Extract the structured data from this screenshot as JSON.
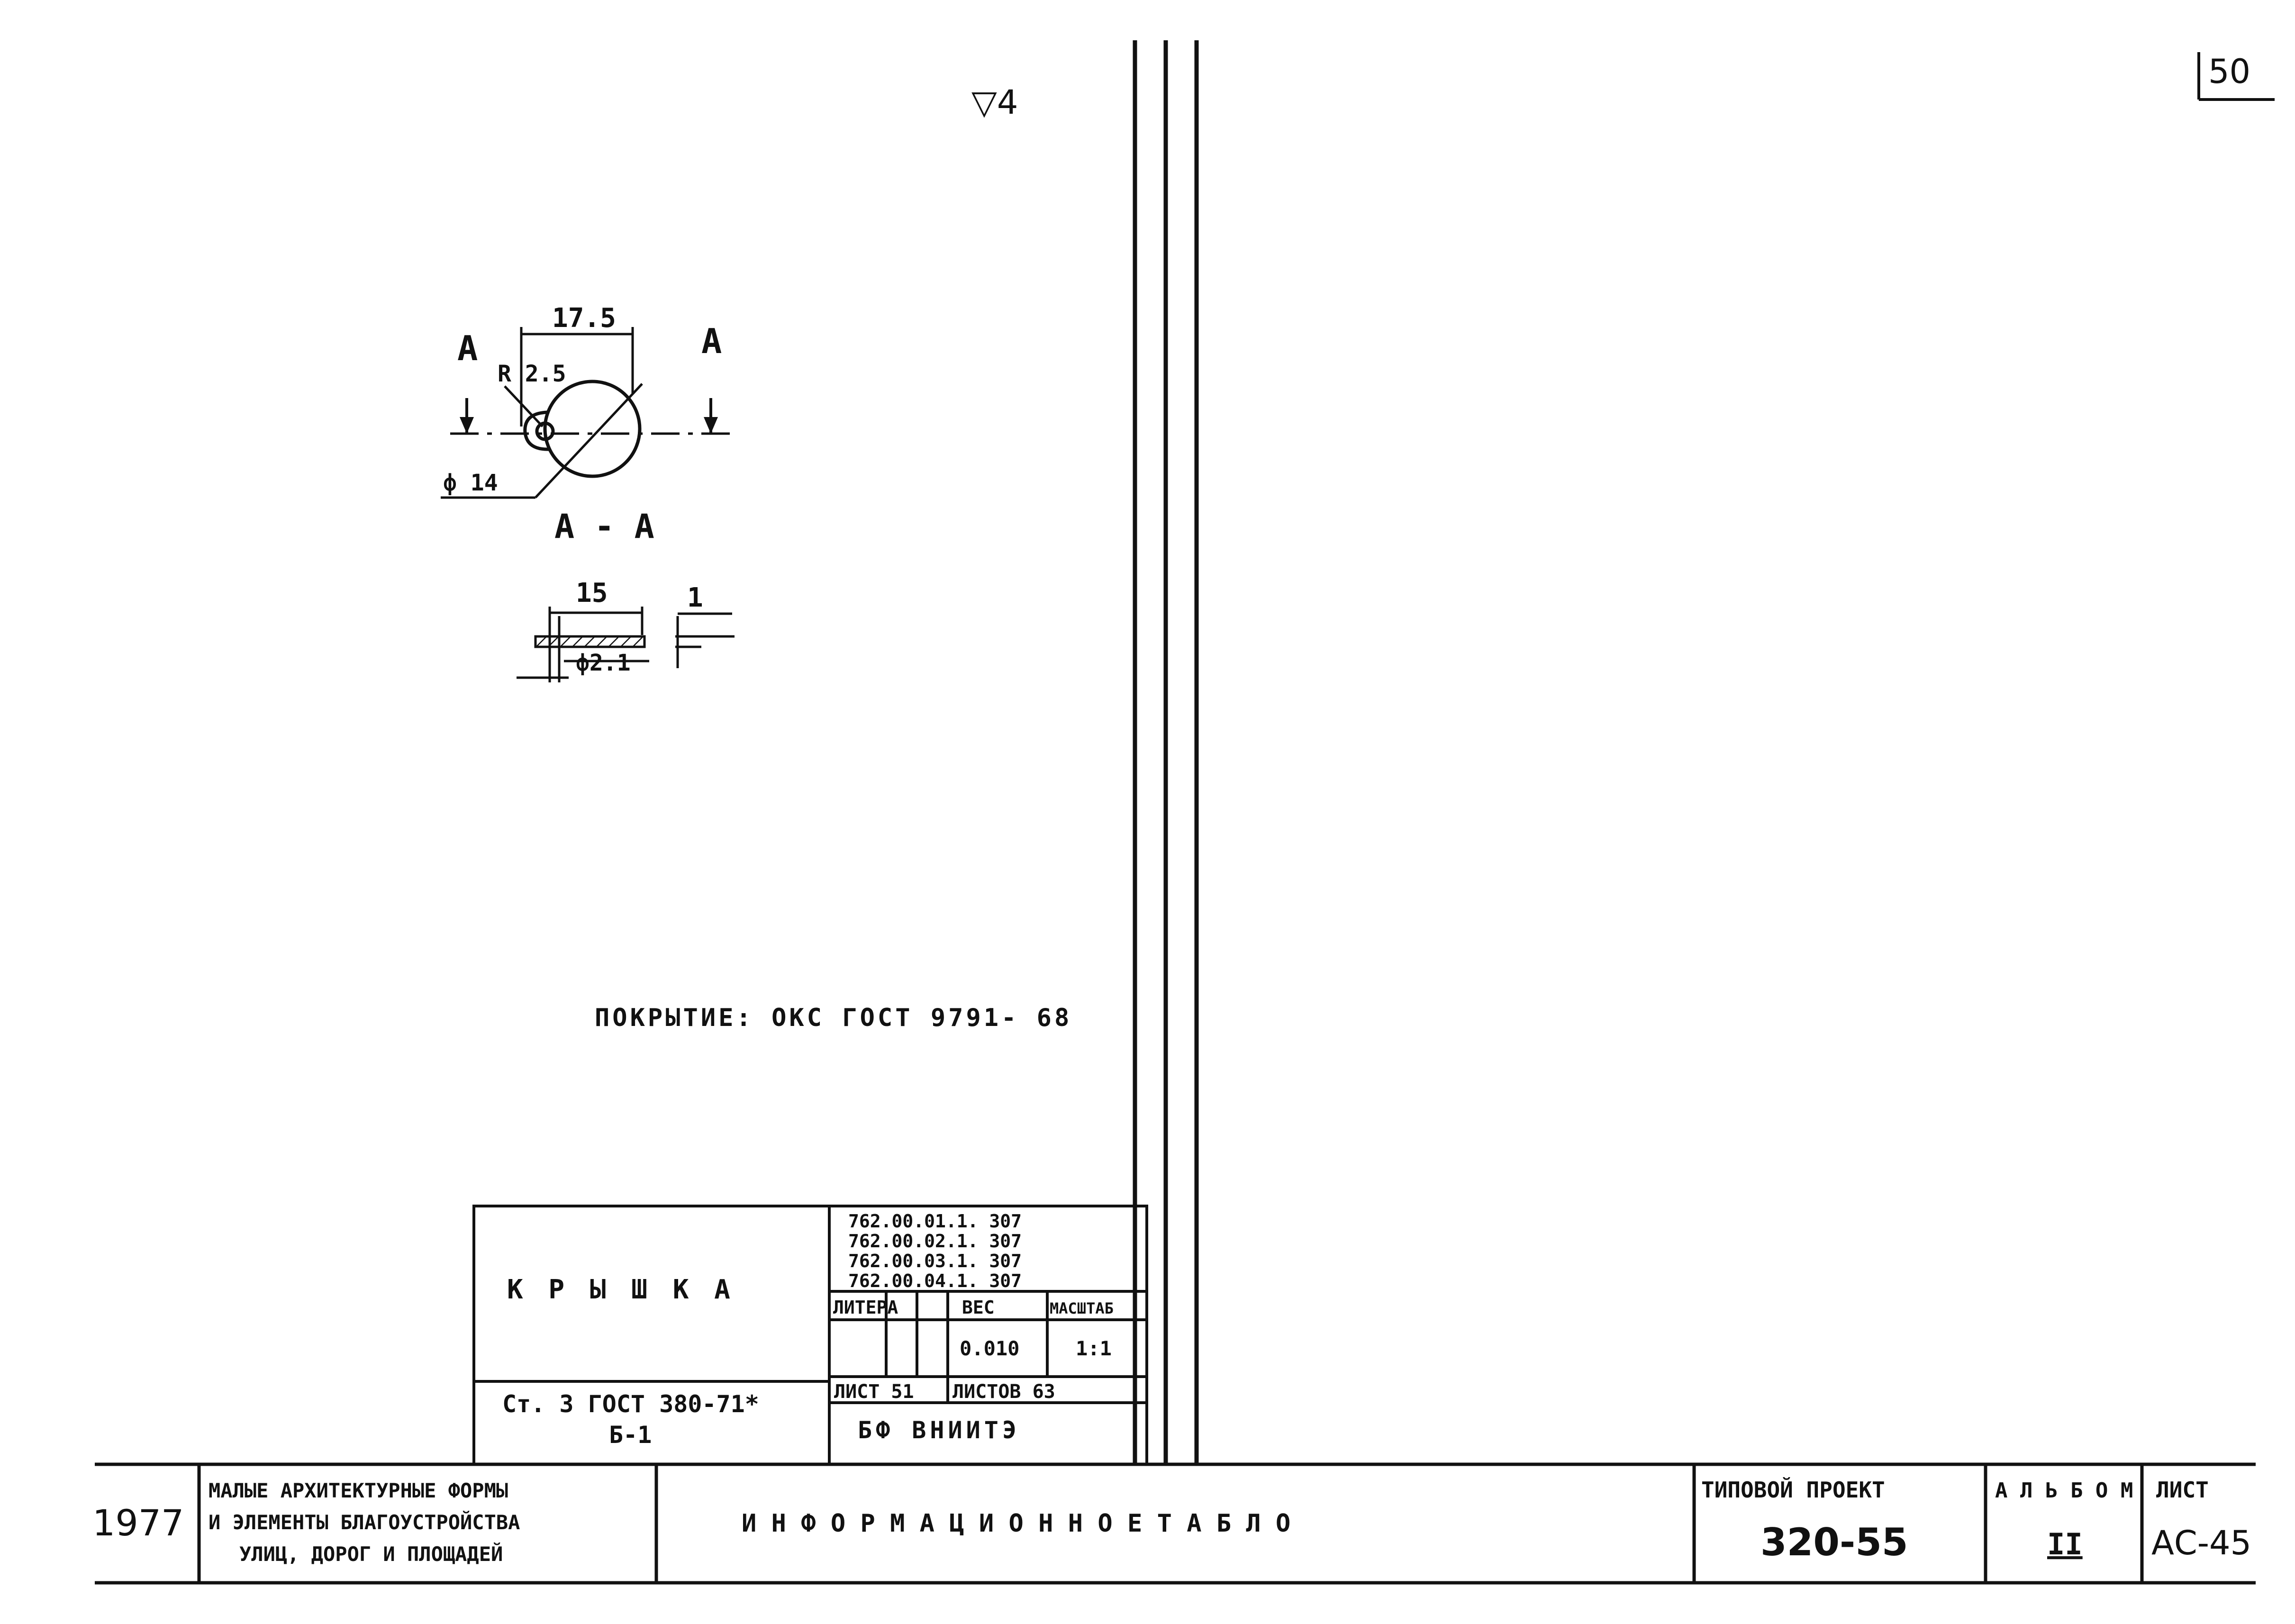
{
  "sheet_number": "50",
  "roughness_mark": "▽4",
  "dimensions": {
    "width_17_5": "17.5",
    "radius": "R 2.5",
    "diameter_14": "ф 14",
    "section_cut_left": "A",
    "section_cut_right": "A",
    "section_label": "A - A",
    "width_15": "15",
    "thickness": "1",
    "hole_diameter": "ф2.1"
  },
  "note": "ПОКРЫТИЕ: ОКС  ГОСТ 9791- 68",
  "part_stamp": {
    "name": "К Р Ы Ш К А",
    "codes": [
      "762.00.01.1. 307",
      "762.00.02.1. 307",
      "762.00.03.1. 307",
      "762.00.04.1. 307"
    ],
    "litera_label": "ЛИТЕРА",
    "weight_label": "ВЕС",
    "scale_label": "МАСШТАБ",
    "weight_value": "0.010",
    "scale_value": "1:1",
    "material_line1": "Ст. 3  ГОСТ 380-71*",
    "material_line2": "Б-1",
    "sheet_label": "ЛИСТ 51",
    "sheets_label": "ЛИСТОВ 63",
    "organization": "БФ  ВНИИТЭ"
  },
  "main_stamp": {
    "year": "1977",
    "series_line1": "МАЛЫЕ АРХИТЕКТУРНЫЕ ФОРМЫ",
    "series_line2": "И ЭЛЕМЕНТЫ БЛАГОУСТРОЙСТВА",
    "series_line3": "УЛИЦ, ДОРОГ И ПЛОЩАДЕЙ",
    "title": "И Н Ф О Р М А Ц И О Н Н О Е     Т А Б Л О",
    "project_label": "ТИПОВОЙ ПРОЕКТ",
    "project_number": "320-55",
    "album_label": "А Л Ь Б О М",
    "album_number": "II",
    "sheet_label": "ЛИСТ",
    "sheet_code": "АС-45"
  }
}
